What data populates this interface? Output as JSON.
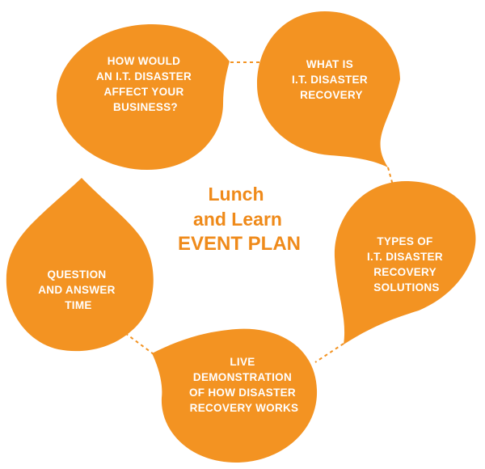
{
  "diagram": {
    "center": {
      "line1": "Lunch",
      "line2": "and Learn",
      "line3": "EVENT PLAN"
    },
    "accent_color": "#f39322",
    "steps": [
      {
        "lines": [
          "HOW WOULD",
          "AN I.T. DISASTER",
          "AFFECT YOUR",
          "BUSINESS?"
        ]
      },
      {
        "lines": [
          "WHAT IS",
          "I.T. DISASTER",
          "RECOVERY"
        ]
      },
      {
        "lines": [
          "TYPES OF",
          "I.T. DISASTER",
          "RECOVERY",
          "SOLUTIONS"
        ]
      },
      {
        "lines": [
          "LIVE",
          "DEMONSTRATION",
          "OF HOW DISASTER",
          "RECOVERY WORKS"
        ]
      },
      {
        "lines": [
          "QUESTION",
          "AND ANSWER",
          "TIME"
        ]
      }
    ]
  }
}
